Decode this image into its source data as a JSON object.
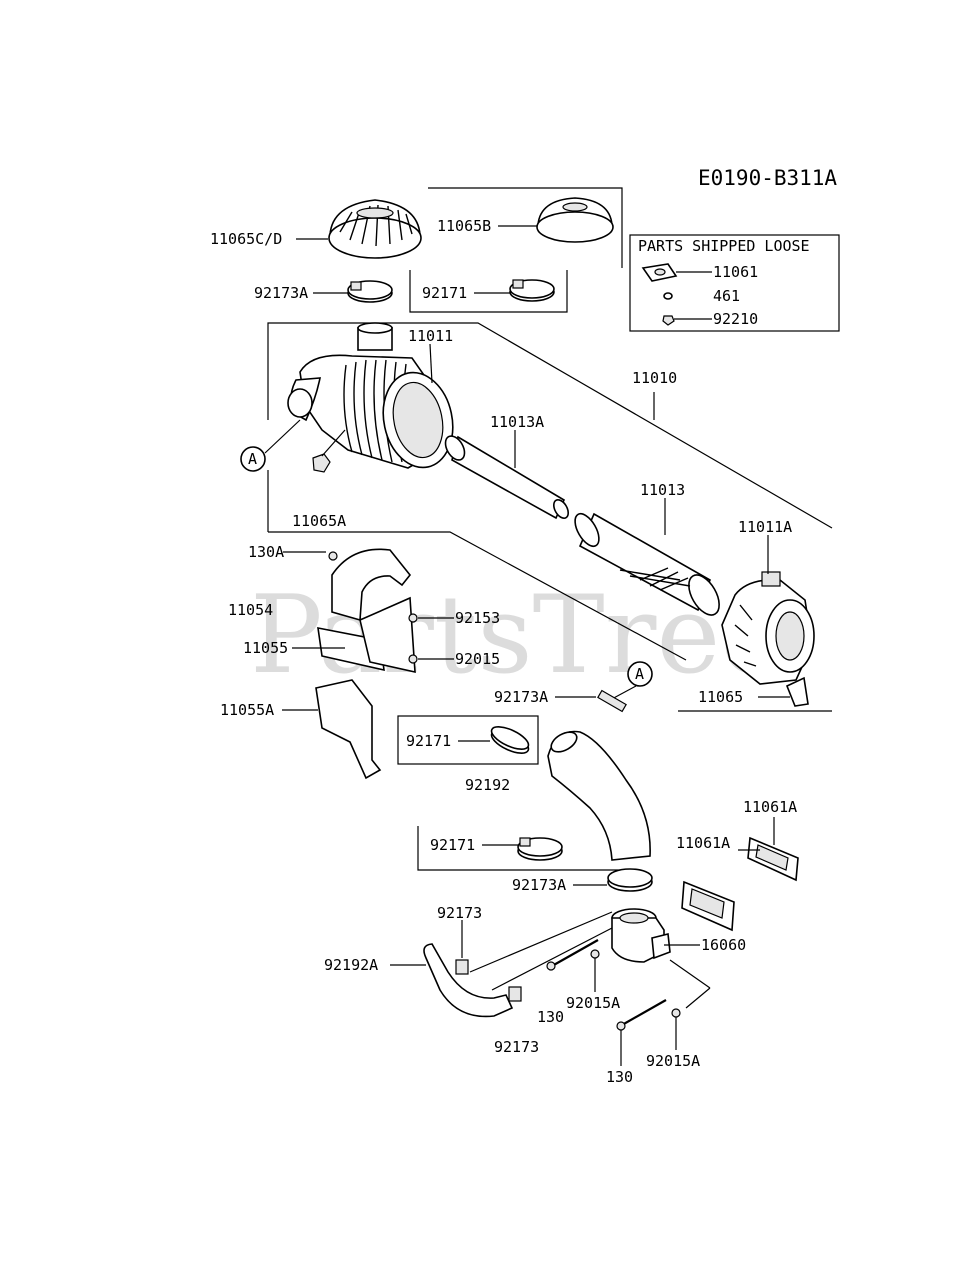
{
  "diagram_code": "E0190-B311A",
  "watermark": "PartsTree",
  "box_title": "PARTS SHIPPED LOOSE",
  "callout_letter": "A",
  "labels": {
    "p11065CD": "11065C/D",
    "p11065B": "11065B",
    "p92173A_top": "92173A",
    "p92171_top": "92171",
    "p11061_loose": "11061",
    "p461": "461",
    "p92210": "92210",
    "p11011": "11011",
    "p11010": "11010",
    "p11013A": "11013A",
    "p11013": "11013",
    "p11011A": "11011A",
    "p11065A": "11065A",
    "p130A": "130A",
    "p11054": "11054",
    "p92153": "92153",
    "p11055": "11055",
    "p92015": "92015",
    "p11055A": "11055A",
    "p92173A_mid": "92173A",
    "p11065": "11065",
    "p92171_mid": "92171",
    "p92192": "92192",
    "p11061A_right": "11061A",
    "p11061A_left": "11061A",
    "p92171_low": "92171",
    "p92173A_low": "92173A",
    "p92173_upper": "92173",
    "p16060": "16060",
    "p92192A": "92192A",
    "p92015A_a": "92015A",
    "p130_a": "130",
    "p92173_lower": "92173",
    "p92015A_b": "92015A",
    "p130_b": "130"
  }
}
